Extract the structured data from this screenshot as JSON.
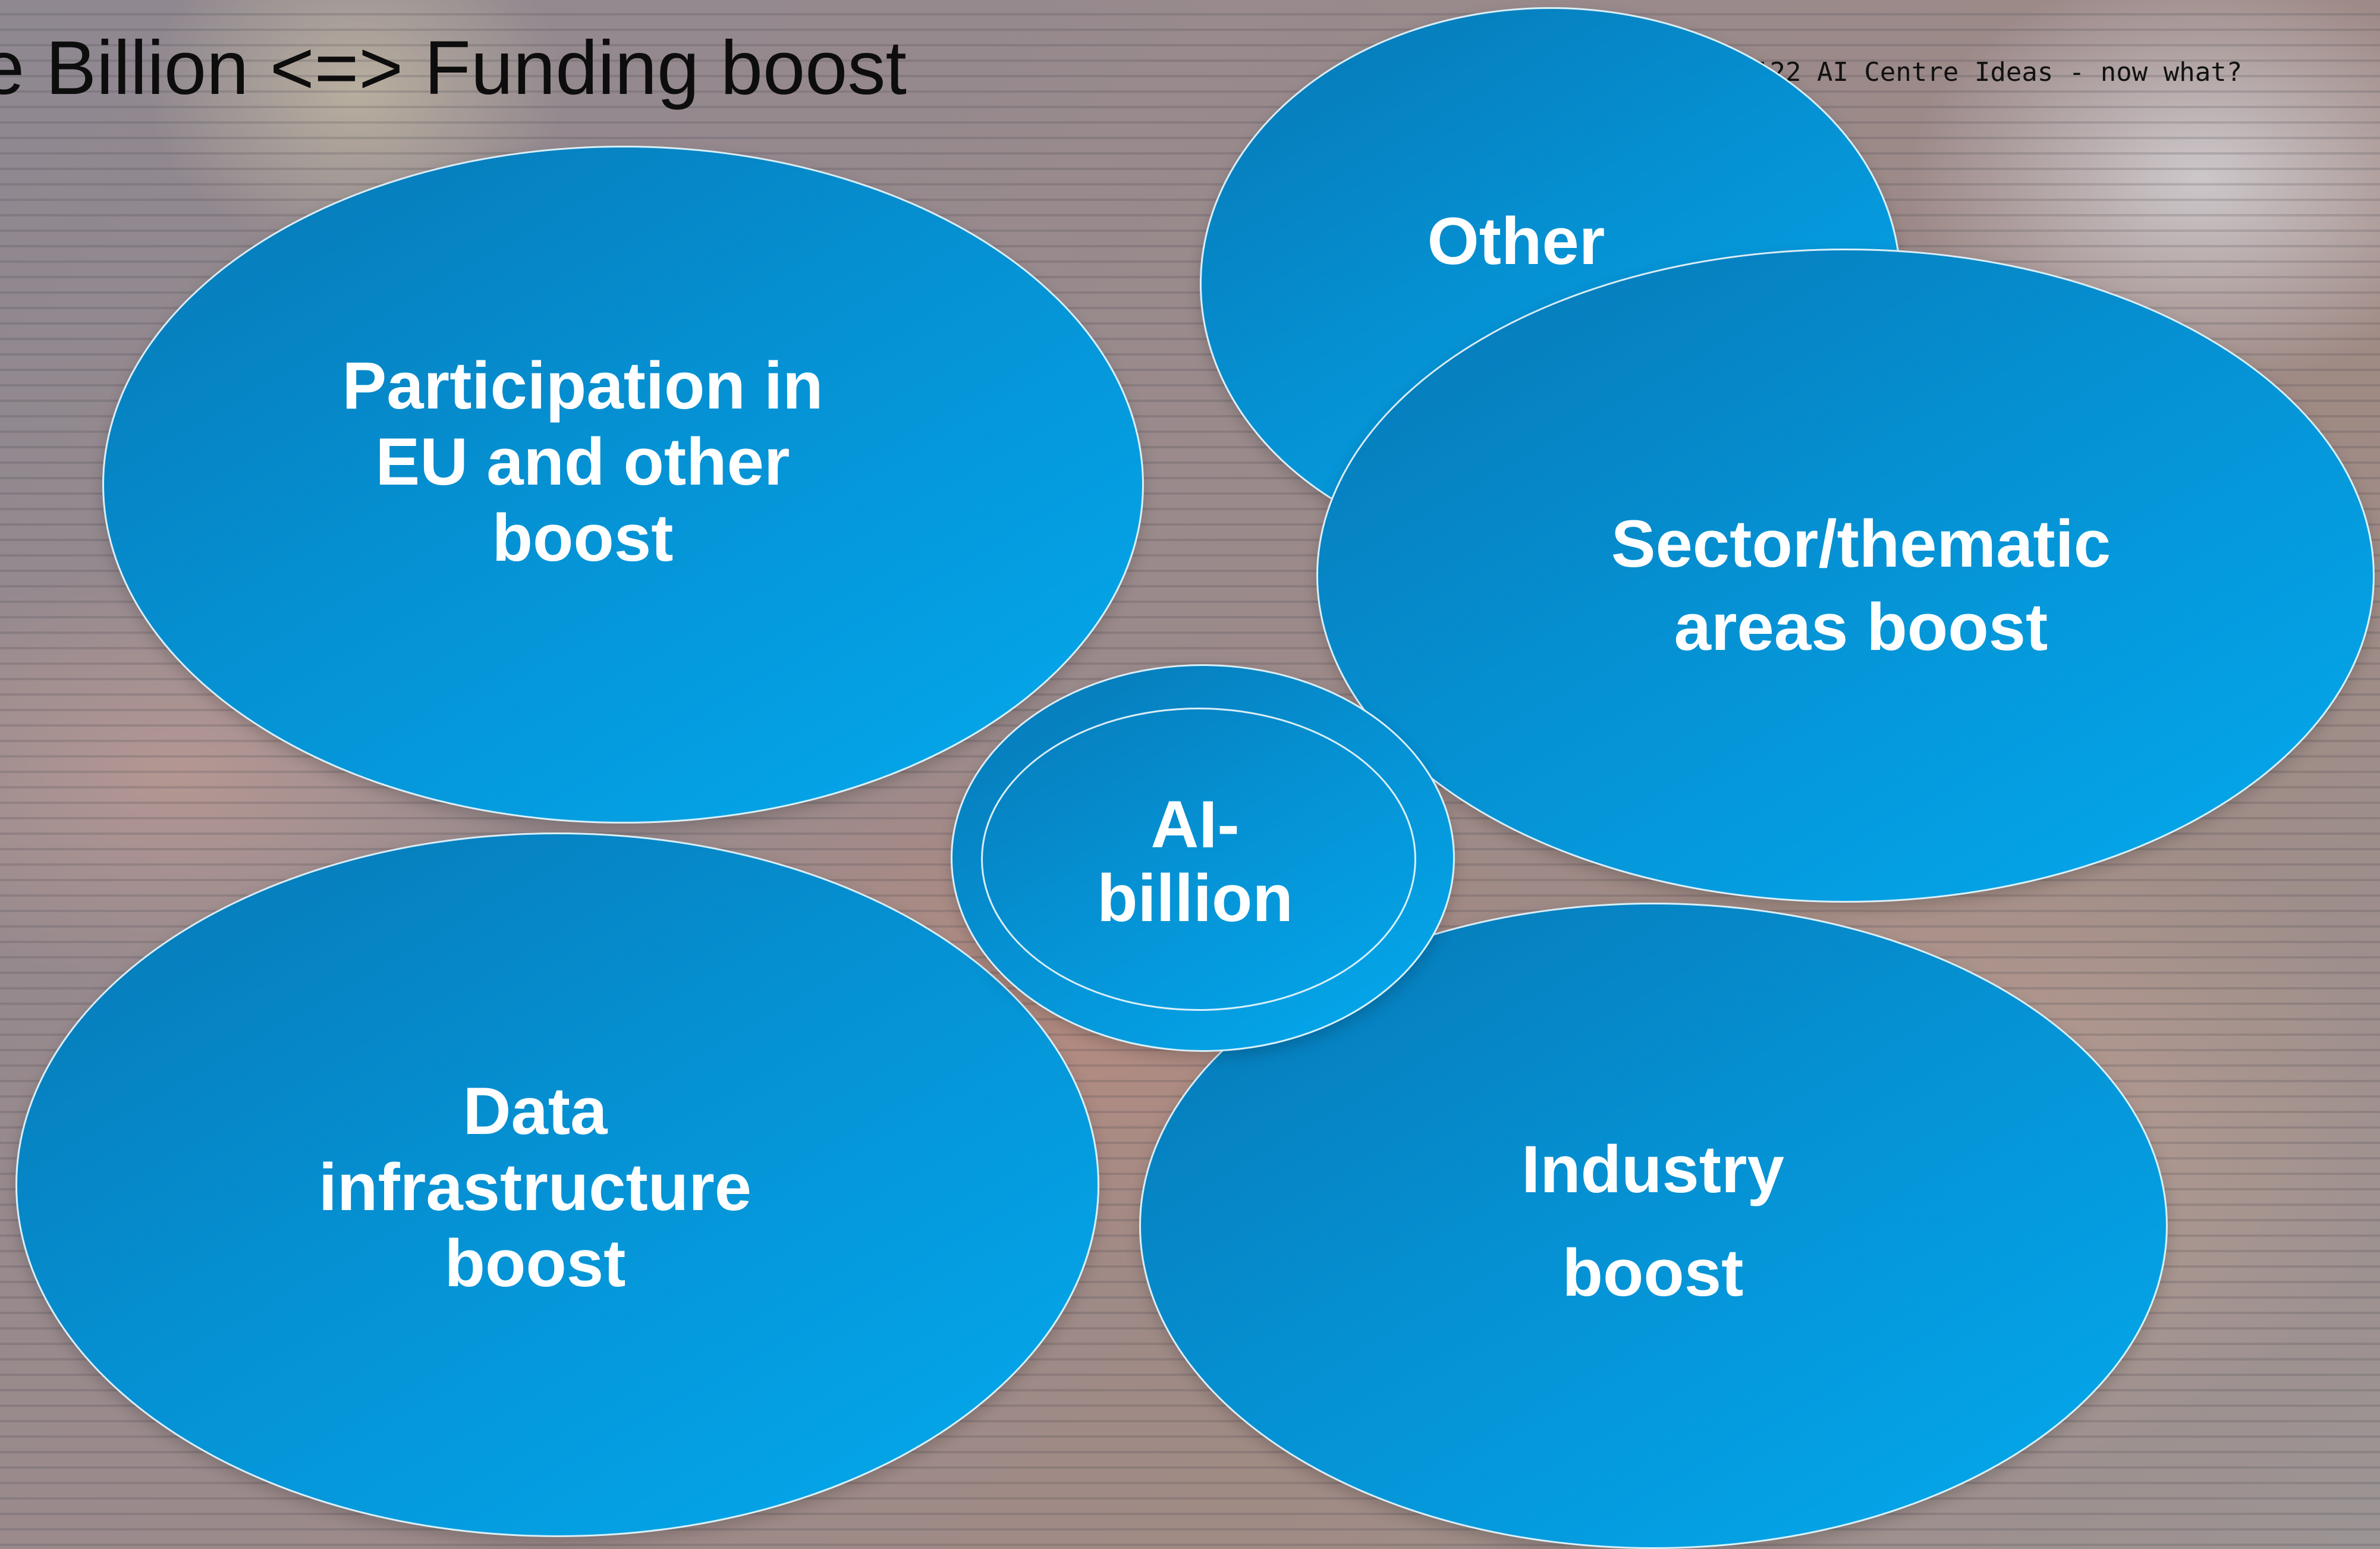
{
  "title": "e Billion <=> Funding boost",
  "subtitle": "122 AI Centre Ideas - now what?",
  "center": {
    "line1": "AI-",
    "line2": "billion"
  },
  "nodes": {
    "participation": {
      "line1": "Participation in",
      "line2": "EU and other",
      "line3": "boost"
    },
    "other": {
      "line1": "Other"
    },
    "sector": {
      "line1": "Sector/thematic",
      "line2": "areas boost"
    },
    "data": {
      "line1": "Data",
      "line2": "infrastructure",
      "line3": "boost"
    },
    "industry": {
      "line1": "Industry",
      "line2": "boost"
    }
  },
  "colors": {
    "node_fill_dark": "#0777b4",
    "node_fill_light": "#04aaee",
    "node_text": "#ffffff",
    "title_text": "#0d0d0d"
  }
}
